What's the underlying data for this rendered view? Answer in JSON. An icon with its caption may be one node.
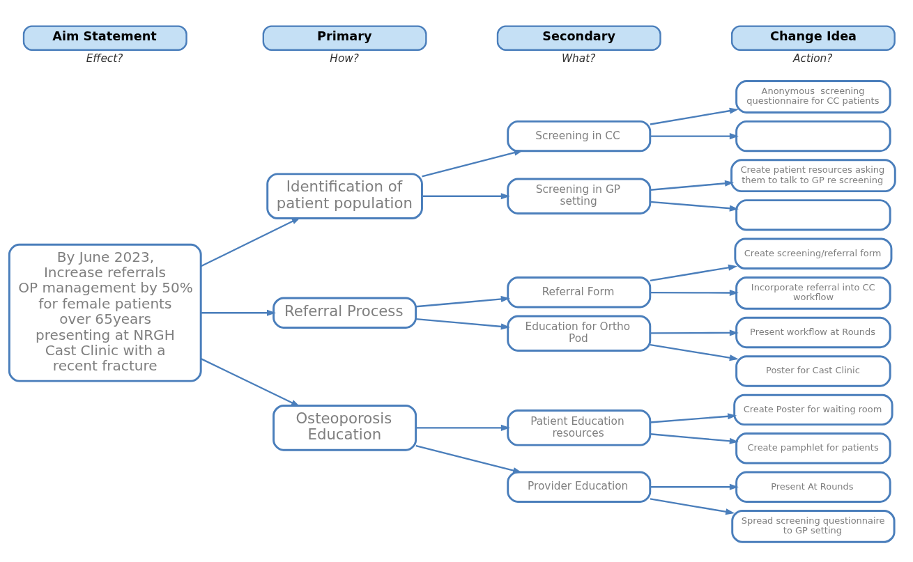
{
  "diagram": {
    "nodes": [
      {
        "text": [
          "Aim Statement"
        ],
        "beside": [
          "Effect?"
        ]
      },
      {
        "text": [
          "Primary"
        ],
        "beside": [
          "How?"
        ]
      },
      {
        "text": [
          "Secondary"
        ],
        "beside": [
          "What?"
        ]
      },
      {
        "text": [
          "Change Idea"
        ],
        "beside": [
          "Action?"
        ]
      },
      {
        "text": [
          "By June 2023, Increase referrals OP management by 50% for female patients over 65years presenting at NRGH Cast Clinic with a recent fracture"
        ]
      },
      {
        "text": [
          "Identification of patient population"
        ]
      },
      {
        "text": [
          "Referral Process"
        ]
      },
      {
        "text": [
          "Osteoporosis Education"
        ]
      },
      {
        "text": [
          "Screening in CC"
        ]
      },
      {
        "text": [
          "Screening in GP setting"
        ]
      },
      {
        "text": [
          "Referral Form"
        ]
      },
      {
        "text": [
          "Education for Ortho Pod"
        ]
      },
      {
        "text": [
          "Patient Education resources"
        ]
      },
      {
        "text": [
          "Provider Education"
        ]
      },
      {
        "text": [
          "Anonymous  screening questionnaire for CC patients"
        ]
      },
      {
        "text": [],
        "shape": "box"
      },
      {
        "text": [
          "Create patient resources asking them to talk to GP re screening"
        ]
      },
      {
        "text": [],
        "shape": "box"
      },
      {
        "text": [
          "Create screening/referral form"
        ]
      },
      {
        "text": [
          "Incorporate referral into CC workflow"
        ]
      },
      {
        "text": [
          "Present workflow at Rounds"
        ]
      },
      {
        "text": [
          "Poster for Cast Clinic"
        ]
      },
      {
        "text": [
          "Create Poster for waiting room"
        ]
      },
      {
        "text": [
          "Create pamphlet for patients"
        ]
      },
      {
        "text": [
          "Present At Rounds"
        ]
      },
      {
        "text": [
          "Spread screening questionnaire to GP setting"
        ]
      }
    ],
    "edges": [
      {
        "from": 4,
        "to": 5,
        "arrow": "to"
      },
      {
        "from": 4,
        "to": 6,
        "arrow": "to"
      },
      {
        "from": 4,
        "to": 7,
        "arrow": "to"
      },
      {
        "from": 5,
        "to": 8,
        "arrow": "to"
      },
      {
        "from": 5,
        "to": 9,
        "arrow": "to"
      },
      {
        "from": 6,
        "to": 10,
        "arrow": "to"
      },
      {
        "from": 6,
        "to": 11,
        "arrow": "to"
      },
      {
        "from": 7,
        "to": 12,
        "arrow": "to"
      },
      {
        "from": 7,
        "to": 13,
        "arrow": "to"
      },
      {
        "from": 8,
        "to": 14,
        "arrow": "to"
      },
      {
        "from": 8,
        "to": 15,
        "arrow": "to"
      },
      {
        "from": 9,
        "to": 16,
        "arrow": "to"
      },
      {
        "from": 9,
        "to": 17,
        "arrow": "to"
      },
      {
        "from": 10,
        "to": 18,
        "arrow": "to"
      },
      {
        "from": 10,
        "to": 19,
        "arrow": "to"
      },
      {
        "from": 11,
        "to": 20,
        "arrow": "to"
      },
      {
        "from": 11,
        "to": 21,
        "arrow": "to"
      },
      {
        "from": 12,
        "to": 22,
        "arrow": "to"
      },
      {
        "from": 12,
        "to": 23,
        "arrow": "to"
      },
      {
        "from": 13,
        "to": 24,
        "arrow": "to"
      },
      {
        "from": 13,
        "to": 25,
        "arrow": "to"
      }
    ]
  }
}
